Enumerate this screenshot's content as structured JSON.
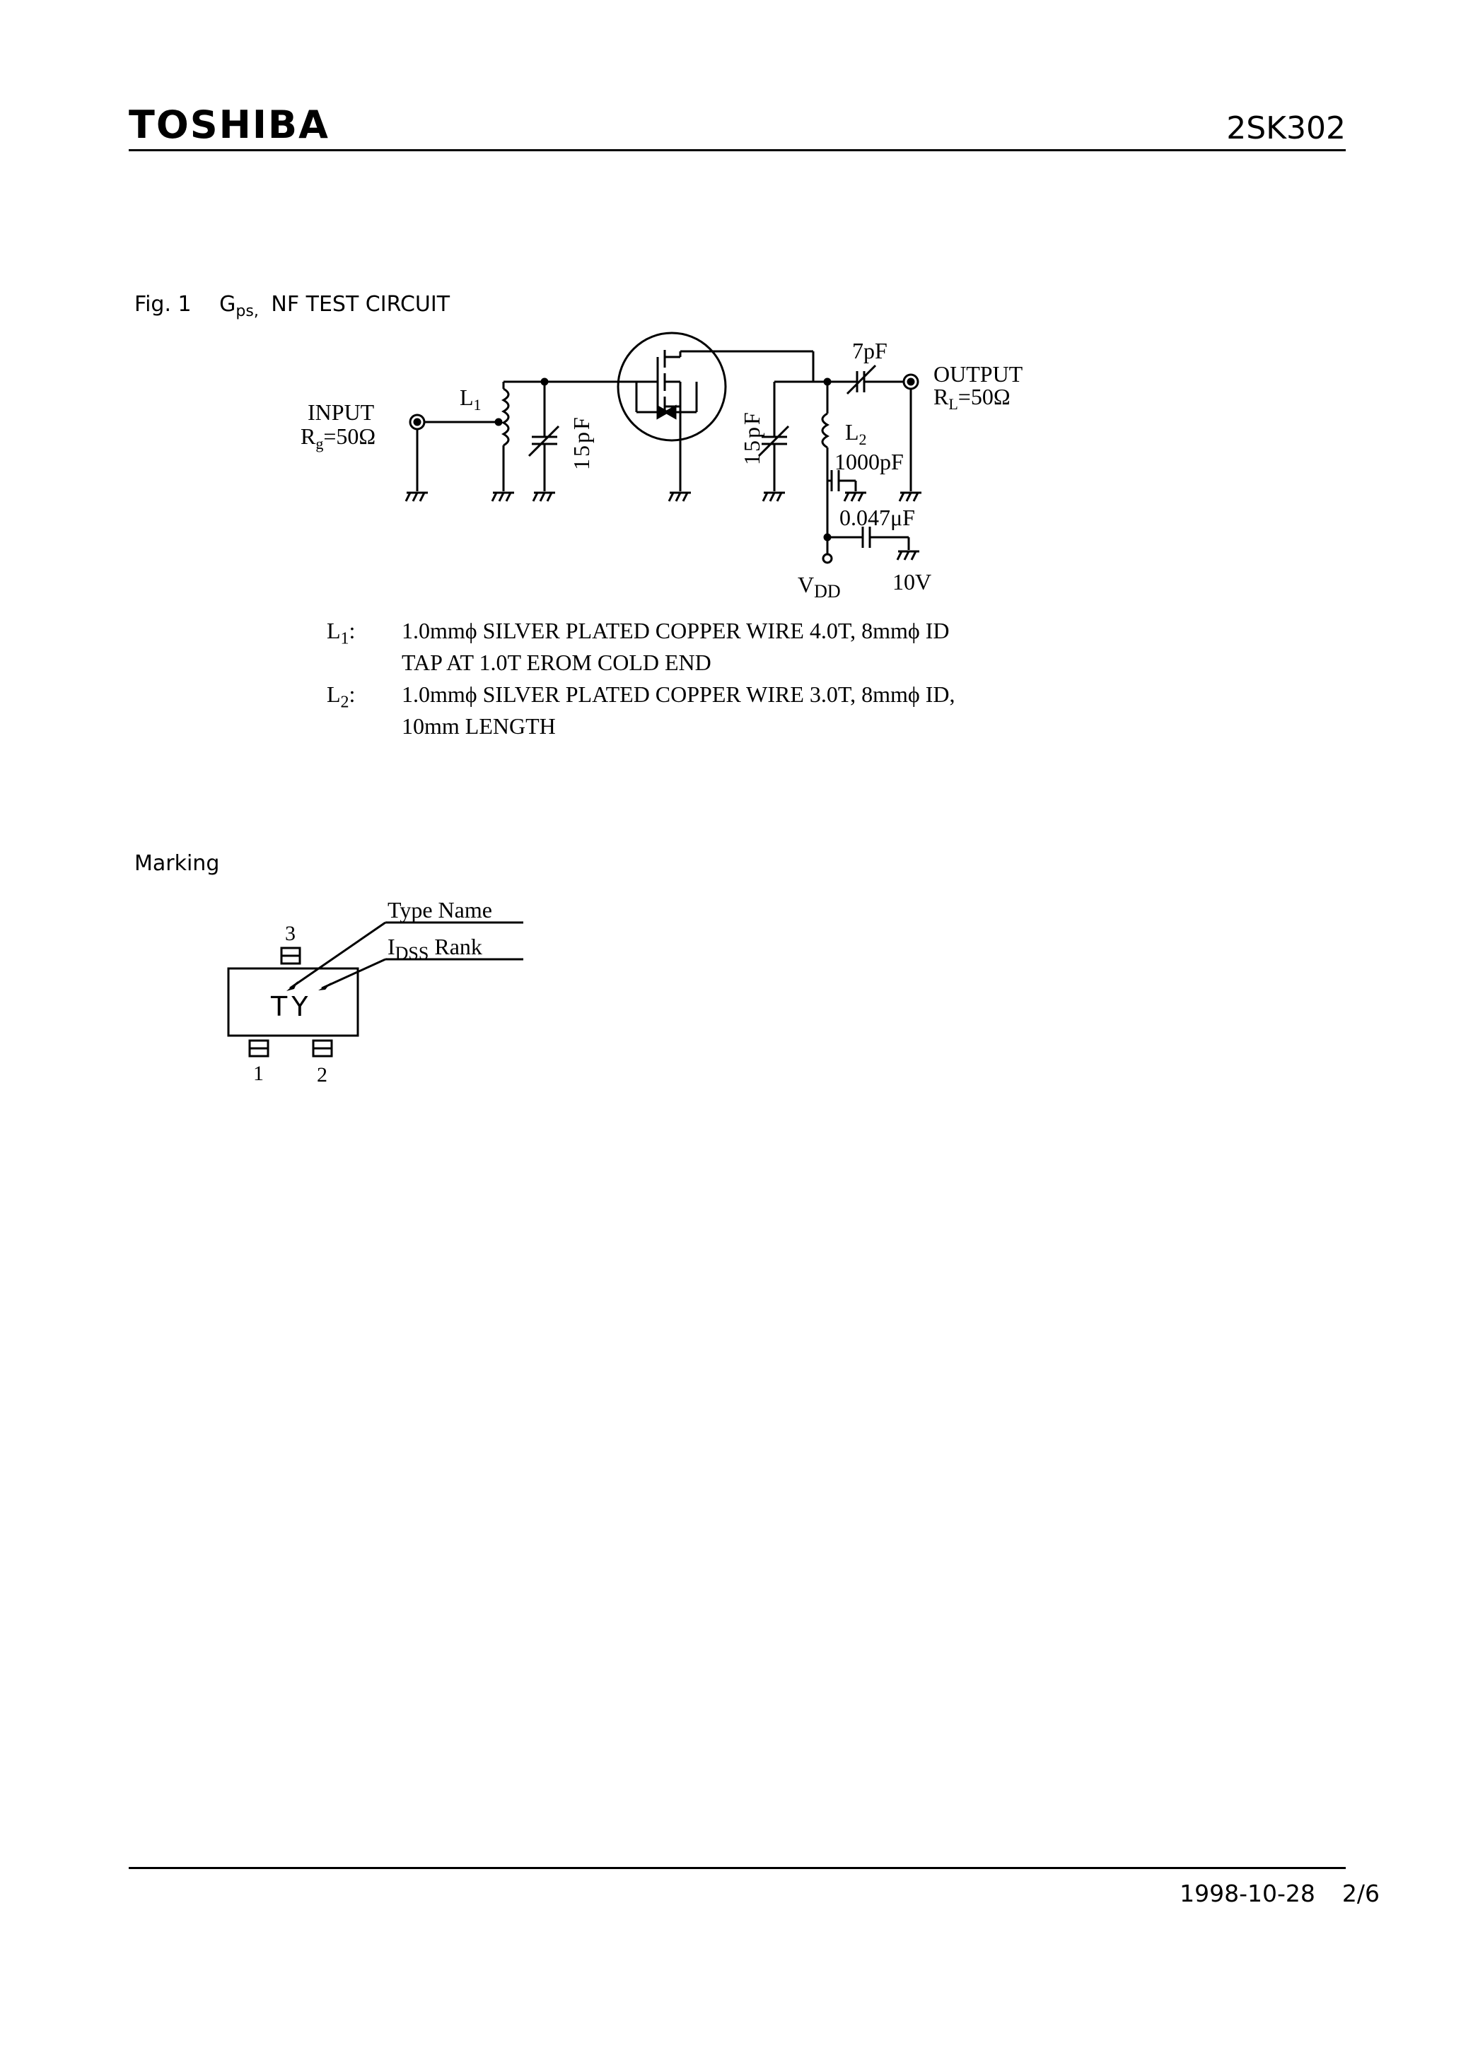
{
  "header": {
    "brand": "TOSHIBA",
    "part_number": "2SK302"
  },
  "figure1": {
    "caption_prefix": "Fig. 1",
    "caption_main": "G",
    "caption_sub": "ps,",
    "caption_rest": "NF TEST CIRCUIT",
    "labels": {
      "input": "INPUT",
      "rg_main": "R",
      "rg_sub": "g",
      "rg_value": "=50Ω",
      "l1_main": "L",
      "l1_sub": "1",
      "cap_in": "15pF",
      "cap_out": "15pF",
      "cap_coupling": "7pF",
      "output": "OUTPUT",
      "rl_main": "R",
      "rl_sub": "L",
      "rl_value": "=50Ω",
      "l2_main": "L",
      "l2_sub": "2",
      "cap_bypass": "1000pF",
      "cap_decoupling": "0.047μF",
      "vdd_main": "V",
      "vdd_sub": "DD",
      "vdd_value": "10V"
    },
    "notes": [
      {
        "key_main": "L",
        "key_sub": "1",
        "key_suffix": ":",
        "lines": [
          "1.0mmϕ SILVER PLATED COPPER WIRE 4.0T, 8mmϕ ID",
          "TAP AT 1.0T EROM COLD END"
        ]
      },
      {
        "key_main": "L",
        "key_sub": "2",
        "key_suffix": ":",
        "lines": [
          "1.0mmϕ SILVER PLATED COPPER WIRE 3.0T, 8mmϕ ID,",
          "10mm LENGTH"
        ]
      }
    ]
  },
  "marking": {
    "title": "Marking",
    "type_name_label": "Type Name",
    "idss_main": "I",
    "idss_sub": "DSS",
    "idss_rest": " Rank",
    "marking_text": "TY",
    "pin_3": "3",
    "pin_1": "1",
    "pin_2": "2"
  },
  "footer": {
    "date": "1998-10-28",
    "page": "2/6"
  }
}
